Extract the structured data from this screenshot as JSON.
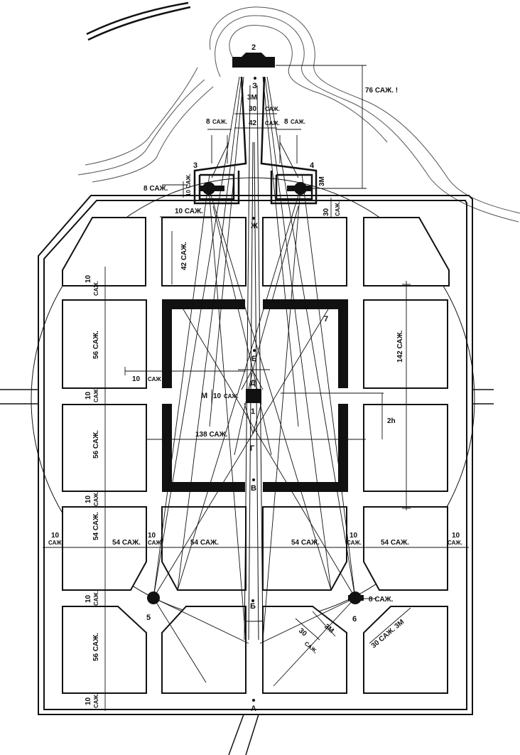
{
  "colors": {
    "ink": "#111111",
    "paper": "#ffffff",
    "terrain": "#555555"
  },
  "points": {
    "a": "А",
    "b": "Б",
    "v": "В",
    "g": "Г",
    "d": "Д",
    "e": "Е",
    "zh": "Ж",
    "z": "З"
  },
  "numbers": {
    "n1": "1",
    "n2": "2",
    "n3": "3",
    "n4": "4",
    "n5": "5",
    "n6": "6",
    "n7": "7"
  },
  "dimensions": {
    "top_76": "76 САЖ. !",
    "top_3m": "3М",
    "top_30": "30",
    "sazh_short": "САЖ.",
    "top_42": "42",
    "top_8_left": "8",
    "top_8_right": "8",
    "sazh_left_8": "8 САЖ.",
    "vert_10_top": "10 САЖ.",
    "n4_3m": "3М",
    "tower_10": "10 САЖ.",
    "tower_30": "30",
    "sazh_vert_30": "САЖ.",
    "d42": "42 САЖ.",
    "d142": "142 САЖ.",
    "left_10_a": "10",
    "left_10_b": "10",
    "left_10_c": "10",
    "left_10_d": "10",
    "left_10_e": "10",
    "sazh_v": "САЖ.",
    "d56_top": "56 САЖ.",
    "d56_mid": "56 САЖ.",
    "d56_bot": "56 САЖ.",
    "d54_vert": "54 САЖ.",
    "center_10": "10",
    "center_sazh": "САЖ",
    "m_label": "М",
    "m_10": "10",
    "m_sazh": "САЖ.",
    "d138": "138 САЖ.",
    "h2": "2h",
    "d54_a": "54 САЖ.",
    "d54_b": "54 САЖ.",
    "d54_c": "54 САЖ.",
    "d54_d": "54 САЖ.",
    "side_10_left": "10",
    "side_10_right": "10",
    "sazh": "САЖ.",
    "gate_10_left": "10",
    "gate_10_right": "10",
    "t6_8": "8 САЖ.",
    "t6_30": "30",
    "t6_3m": "3М",
    "t6_30sazh": "30 САЖ. 3М"
  }
}
